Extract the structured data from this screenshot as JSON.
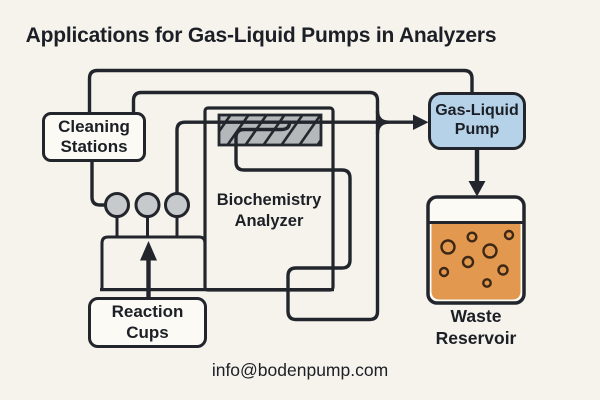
{
  "title": "Applications for Gas-Liquid Pumps in Analyzers",
  "footer": {
    "email": "info@bodenpump.com"
  },
  "nodes": {
    "cleaning_stations": {
      "label": "Cleaning Stations"
    },
    "biochemistry_analyzer": {
      "label": "Biochemistry Analyzer"
    },
    "reaction_cups": {
      "label": "Reaction Cups"
    },
    "gas_liquid_pump": {
      "label": "Gas-Liquid Pump"
    },
    "waste_reservoir": {
      "label": "Waste Reservoir"
    }
  },
  "shapes": {
    "cleaning_station_nozzles_count": 3,
    "waste_bubbles_count": 8
  },
  "colors": {
    "background": "#f5f3ec",
    "line": "#22262c",
    "box_fill": "#fbfaf5",
    "pump_fill": "#b6d2e8",
    "waste_liquid": "#e2984f",
    "nozzle_fill": "#c7cacd",
    "hatch_fill": "#b5b8bb",
    "text": "#1c1f25"
  }
}
